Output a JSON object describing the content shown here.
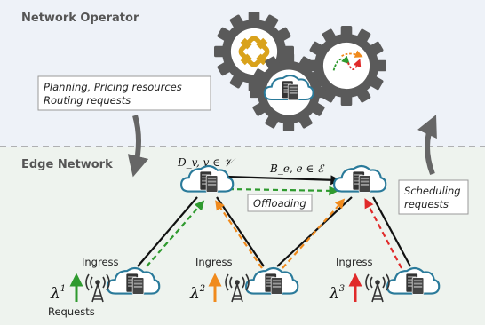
{
  "sections": {
    "operator_title": "Network Operator",
    "edge_title": "Edge Network"
  },
  "notes": {
    "planning_line1": "Planning, Pricing resources",
    "planning_line2": "Routing requests",
    "scheduling_line1": "Scheduling",
    "scheduling_line2": "requests",
    "offloading": "Offloading"
  },
  "math": {
    "nodes_label": "D_v, v ∈ 𝒱",
    "edges_label": "B_e, e ∈ ℰ"
  },
  "ingress": {
    "label": "Ingress",
    "requests_label": "Requests",
    "lambdas": [
      {
        "base": "λ",
        "sup": "1",
        "arrow_color": "#2e9a2e"
      },
      {
        "base": "λ",
        "sup": "2",
        "arrow_color": "#f08a1c"
      },
      {
        "base": "λ",
        "sup": "3",
        "arrow_color": "#e02a2a"
      }
    ]
  },
  "colors": {
    "operator_bg": "#eef2f8",
    "edge_bg": "#eef3ee",
    "cloud": "#2a6f8f",
    "gear": "#555555",
    "green": "#2e9a2e",
    "orange": "#f08a1c",
    "red": "#e02a2a",
    "gold": "#d9a21b"
  },
  "icons": [
    "gear-icon",
    "cloud-server-icon",
    "antenna-icon",
    "curved-arrow-icon"
  ]
}
